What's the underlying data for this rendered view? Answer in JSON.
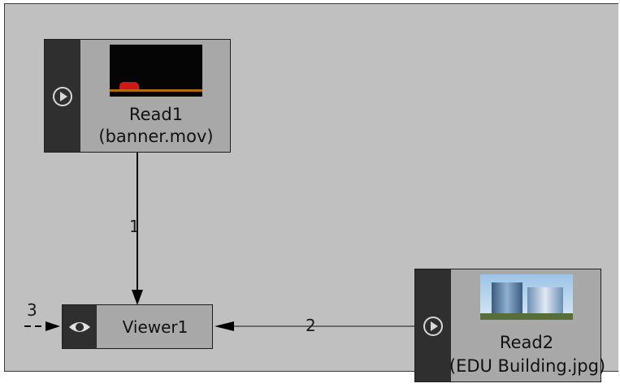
{
  "nodes": {
    "read1": {
      "name": "Read1",
      "file": "(banner.mov)",
      "icon": "play-icon"
    },
    "read2": {
      "name": "Read2",
      "file": "(EDU Building.jpg)",
      "icon": "play-icon"
    },
    "viewer1": {
      "name": "Viewer1",
      "icon": "eye-icon"
    }
  },
  "edges": {
    "input1": "1",
    "input2": "2",
    "input3": "3"
  }
}
